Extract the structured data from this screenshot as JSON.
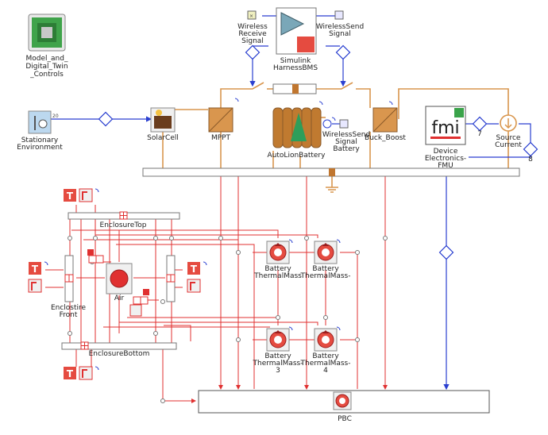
{
  "labels": {
    "model_controls": [
      "Model_and_",
      "Digital_Twin",
      "_Controls"
    ],
    "stationary_env": [
      "Stationary",
      "Environment"
    ],
    "wireless_receive": [
      "Wireless",
      "Receive",
      "Signal"
    ],
    "wireless_send_top": [
      "WirelessSend",
      "Signal"
    ],
    "simulink": [
      "Simulink",
      "HarnessBMS"
    ],
    "solarcell": "SolarCell",
    "mppt": "MPPT",
    "autolion": "AutoLionBattery",
    "wireless_send_battery": [
      "WirelessSend",
      "Signal",
      "Battery"
    ],
    "buck_boost": "Buck_Boost",
    "device_fmu": [
      "Device",
      "Electronics-",
      "FMU"
    ],
    "fmi_logo": "fmi",
    "source_current": [
      "Source",
      "Current"
    ],
    "enclosure_top": "EnclosureTop",
    "enclosure_front": [
      "Enclostire",
      "Front"
    ],
    "enclosure_bottom": "EnclosureBottom",
    "air": "Air",
    "thermal_mass_1": [
      "Battery",
      "ThermalMass"
    ],
    "thermal_mass_2": [
      "Battery",
      "ThermalMass-"
    ],
    "thermal_mass_3": [
      "Battery",
      "ThermalMass-",
      "3"
    ],
    "thermal_mass_4": [
      "Battery",
      "ThermalMass-",
      "4"
    ],
    "pbc": "PBC",
    "temp_source_letter": "T",
    "port_7": "7",
    "port_8": "8",
    "port_20": "20"
  },
  "colors": {
    "electrical": "#d9964e",
    "thermal": "#e03030",
    "signal": "#2a3fd0",
    "component_fill": "#f0f0f0",
    "red_block": "#e54b40",
    "fmi_green": "#3aa34a"
  }
}
